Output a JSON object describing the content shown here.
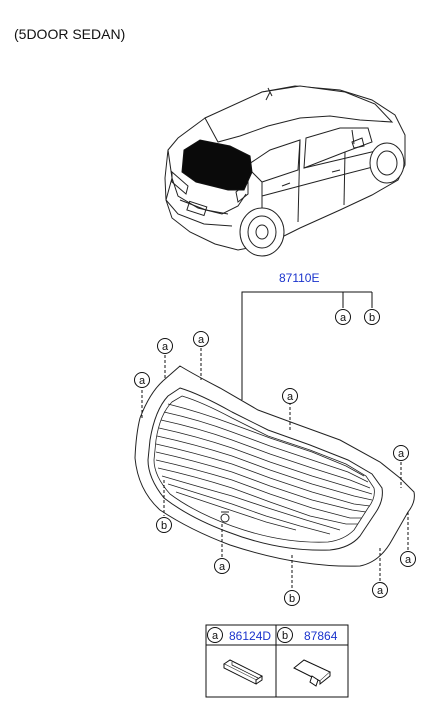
{
  "header": {
    "title": "(5DOOR SEDAN)"
  },
  "assembly": {
    "part_number": "87110E"
  },
  "callouts": {
    "a": "a",
    "b": "b"
  },
  "legend": {
    "items": [
      {
        "letter": "a",
        "part_number": "86124D"
      },
      {
        "letter": "b",
        "part_number": "87864"
      }
    ]
  },
  "colors": {
    "part_number": "#1a33cc",
    "line": "#111111",
    "glass_fill": "#0a0a0a"
  }
}
